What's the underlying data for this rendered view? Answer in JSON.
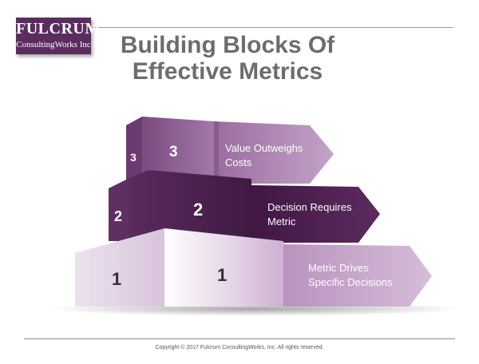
{
  "logo": {
    "name": "FULCRUM",
    "subtitle": "ConsultingWorks Inc"
  },
  "title": {
    "line1": "Building Blocks Of",
    "line2": "Effective Metrics"
  },
  "steps": [
    {
      "number": "1",
      "label_line1": "Metric Drives",
      "label_line2": "Specific Decisions"
    },
    {
      "number": "2",
      "label_line1": "Decision Requires",
      "label_line2": "Metric"
    },
    {
      "number": "3",
      "label_line1": "Value Outweighs",
      "label_line2": "Costs"
    }
  ],
  "footer": {
    "copyright": "Copyright © 2017 Fulcrum ConsultingWorks, Inc.  All rights reserved."
  },
  "colors": {
    "brand_purple": "#5b2d5f",
    "step1": "#c9a9cd",
    "step2": "#4e2250",
    "step3": "#a47aa8",
    "title_gray": "#6d6d6d"
  }
}
